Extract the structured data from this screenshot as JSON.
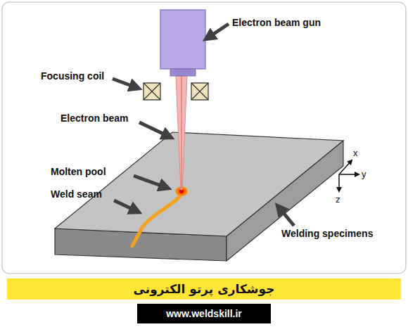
{
  "diagram": {
    "title": "جوشکاری پرتو الکترونی",
    "labels": [
      "Electron beam gun",
      "Focusing coil",
      "Electron beam",
      "Molten pool",
      "Weld seam",
      "Welding specimens",
      "x",
      "y",
      "z",
      "www.weldskill.ir"
    ]
  }
}
